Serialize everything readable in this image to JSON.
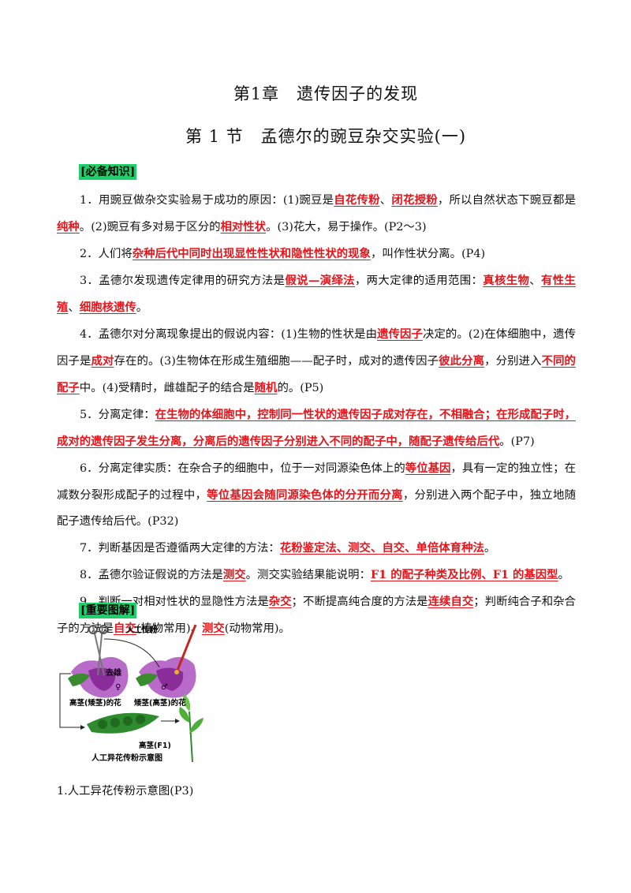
{
  "heading": {
    "chapter": "第1章　遗传因子的发现",
    "section": "第 1 节　孟德尔的豌豆杂交实验(一)"
  },
  "labels": {
    "knowledge": "[必备知识]",
    "diagrams": "[重要图解]"
  },
  "items": [
    [
      {
        "t": "1．用豌豆做杂交实验易于成功的原因：(1)豌豆是"
      },
      {
        "t": "自花传粉",
        "h": true
      },
      {
        "t": "、"
      },
      {
        "t": "闭花授粉",
        "h": true
      },
      {
        "t": "，所以自然状态下豌豆都是"
      },
      {
        "t": "纯种",
        "h": true
      },
      {
        "t": "。(2)豌豆有多对易于区分的"
      },
      {
        "t": "相对性状",
        "h": true
      },
      {
        "t": "。(3)花大，易于操作。(P2～3)"
      }
    ],
    [
      {
        "t": "2．人们将"
      },
      {
        "t": "杂种后代中同时出现显性性状和隐性性状的现象",
        "h": true
      },
      {
        "t": "，叫作性状分离。(P4)"
      }
    ],
    [
      {
        "t": "3．孟德尔发现遗传定律用的研究方法是"
      },
      {
        "t": "假说—演绎法",
        "h": true
      },
      {
        "t": "，两大定律的适用范围："
      },
      {
        "t": "真核生物",
        "h": true
      },
      {
        "t": "、"
      },
      {
        "t": "有性生殖",
        "h": true
      },
      {
        "t": "、"
      },
      {
        "t": "细胞核遗传",
        "h": true
      },
      {
        "t": "。"
      }
    ],
    [
      {
        "t": "4．孟德尔对分离现象提出的假说内容：(1)生物的性状是由"
      },
      {
        "t": "遗传因子",
        "h": true
      },
      {
        "t": "决定的。(2)在体细胞中，遗传因子是"
      },
      {
        "t": "成对",
        "h": true
      },
      {
        "t": "存在的。(3)生物体在形成生殖细胞——配子时，成对的遗传因子"
      },
      {
        "t": "彼此分离",
        "h": true
      },
      {
        "t": "，分别进入"
      },
      {
        "t": "不同的配子",
        "h": true
      },
      {
        "t": "中。(4)受精时，雌雄配子的结合是"
      },
      {
        "t": "随机",
        "h": true
      },
      {
        "t": "的。(P5)"
      }
    ],
    [
      {
        "t": "5．分离定律："
      },
      {
        "t": "在生物的体细胞中，控制同一性状的遗传因子成对存在，不相融合；在形成配子时，成对的遗传因子发生分离，分离后的遗传因子分别进入不同的配子中，随配子遗传给后代",
        "h": true
      },
      {
        "t": "。(P7)"
      }
    ],
    [
      {
        "t": "6．分离定律实质：在杂合子的细胞中，位于一对同源染色体上的"
      },
      {
        "t": "等位基因",
        "h": true
      },
      {
        "t": "，具有一定的独立性；在减数分裂形成配子的过程中，"
      },
      {
        "t": "等位基因会随同源染色体的分开而分离",
        "h": true
      },
      {
        "t": "，分别进入两个配子中，独立地随配子遗传给后代。(P32)"
      }
    ],
    [
      {
        "t": "7．判断基因是否遵循两大定律的方法："
      },
      {
        "t": "花粉鉴定法、测交、自交、单倍体育种法",
        "h": true
      },
      {
        "t": "。"
      }
    ],
    [
      {
        "t": "8．孟德尔验证假说的方法是"
      },
      {
        "t": "测交",
        "h": true
      },
      {
        "t": "。测交实验结果能说明："
      },
      {
        "t": "F1 的配子种类及比例、F1 的基因型",
        "h": true
      },
      {
        "t": "。"
      }
    ],
    [
      {
        "t": "9．判断一对相对性状的显隐性方法是"
      },
      {
        "t": "杂交",
        "h": true
      },
      {
        "t": "；不断提高纯合度的方法是"
      },
      {
        "t": "连续自交",
        "h": true
      },
      {
        "t": "；判断纯合子和杂合子的方法是"
      },
      {
        "t": "自交",
        "h": true
      },
      {
        "t": "(植物常用)、"
      },
      {
        "t": "测交",
        "h": true
      },
      {
        "t": "(动物常用)。"
      }
    ]
  ],
  "figure": {
    "pollination": "人工传粉",
    "emasculation": "去雄",
    "female": "♀",
    "male": "♂",
    "tall_short": "高茎(矮茎)的花",
    "short_tall": "矮茎(高茎)的花",
    "f1": "高茎(F1)",
    "title": "人工异花传粉示意图"
  },
  "caption": "1.人工异花传粉示意图(P3)",
  "colors": {
    "highlight_text": "#e8141a",
    "label_bg": "#1fd06a"
  }
}
